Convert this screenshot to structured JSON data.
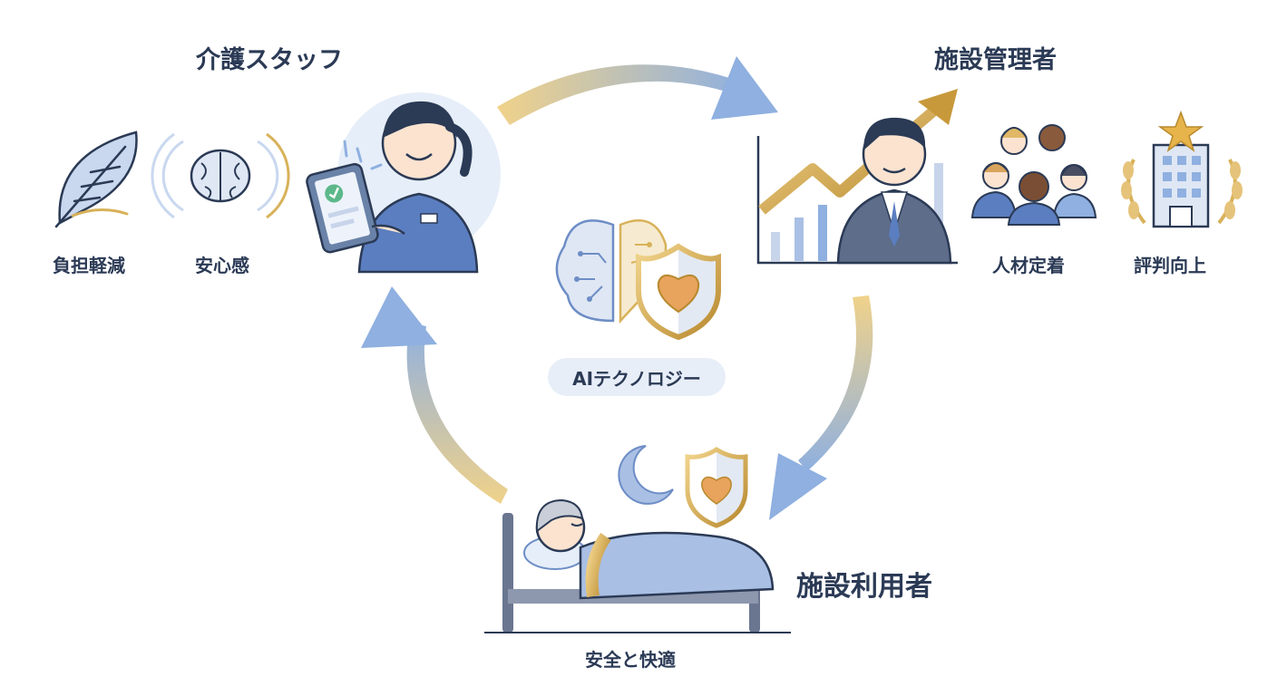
{
  "nodes": {
    "staff": {
      "title": "介護スタッフ",
      "benefits": [
        "負担軽減",
        "安心感"
      ]
    },
    "manager": {
      "title": "施設管理者",
      "benefits": [
        "人材定着",
        "評判向上"
      ]
    },
    "resident": {
      "title": "施設利用者",
      "benefits": [
        "安全と快適"
      ]
    }
  },
  "center": {
    "label": "AIテクノロジー"
  },
  "colors": {
    "blue": "#8fb0e0",
    "gold": "#d8b25a",
    "navy": "#2b3a55",
    "bg_blue": "#e8eef8"
  },
  "icons": [
    "feather-icon",
    "brain-icon",
    "nurse-tablet-icon",
    "ai-brain-icon",
    "heart-shield-icon",
    "growth-chart-icon",
    "businessman-icon",
    "team-icon",
    "hotel-star-icon",
    "moon-icon",
    "bed-resident-icon"
  ]
}
